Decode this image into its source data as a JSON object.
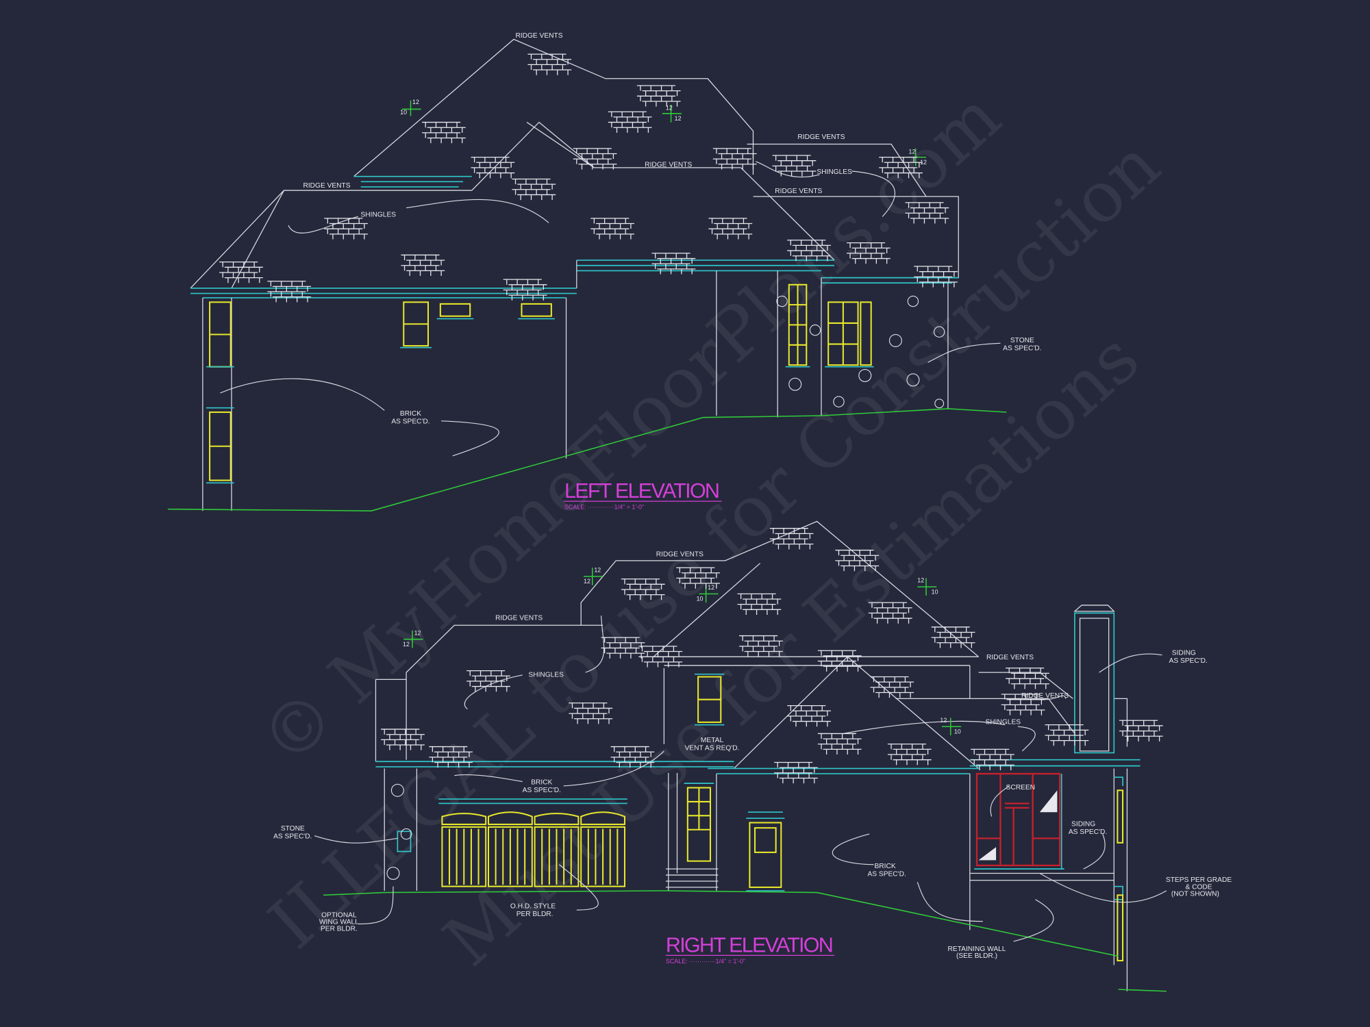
{
  "colors": {
    "background": "#25283a",
    "lines": "#d9dbe3",
    "trim": "#2fc6c9",
    "windows": "#e8e82c",
    "grade": "#2fcc3a",
    "title": "#d43fd8",
    "screen": "#c8202c"
  },
  "watermark": [
    "© MyHomeFloorPlans.com",
    "ILLEGAL to use for Construction",
    "Must Use for Estimations"
  ],
  "left_elevation": {
    "title": "LEFT ELEVATION",
    "scale": "SCALE: ·············1/4\" = 1'-0\"",
    "ridge_vents": [
      "RIDGE VENTS",
      "RIDGE VENTS",
      "RIDGE VENTS",
      "RIDGE VENTS",
      "RIDGE VENTS"
    ],
    "shingles": [
      "SHINGLES",
      "SHINGLES"
    ],
    "pitches": [
      {
        "rise": "10",
        "run": "12"
      },
      {
        "rise": "12",
        "run": "12"
      },
      {
        "rise": "12",
        "run": "12"
      }
    ],
    "brick": [
      "BRICK",
      "AS SPEC'D."
    ],
    "stone": [
      "STONE",
      "AS SPEC'D."
    ]
  },
  "right_elevation": {
    "title": "RIGHT ELEVATION",
    "scale": "SCALE: ·············1/4\" = 1'-0\"",
    "ridge_vents": [
      "RIDGE VENTS",
      "RIDGE VENTS",
      "RIDGE VENTS",
      "RIDGE VENTS"
    ],
    "shingles": [
      "SHINGLES",
      "SHINGLES"
    ],
    "pitches": [
      {
        "rise": "12",
        "run": "12"
      },
      {
        "rise": "12",
        "run": "12"
      },
      {
        "rise": "10",
        "run": "12"
      },
      {
        "rise": "10",
        "run": "12"
      },
      {
        "rise": "10",
        "run": "12"
      }
    ],
    "metal_vent": [
      "METAL",
      "VENT AS REQ'D."
    ],
    "brick_1": [
      "BRICK",
      "AS SPEC'D."
    ],
    "brick_2": [
      "BRICK",
      "AS SPEC'D."
    ],
    "stone": [
      "STONE",
      "AS SPEC'D."
    ],
    "screen": "SCREEN",
    "siding_1": [
      "SIDING",
      "AS SPEC'D."
    ],
    "siding_2": [
      "SIDING",
      "AS SPEC'D."
    ],
    "wing_wall": [
      "OPTIONAL",
      "WING WALL",
      "PER BLDR."
    ],
    "ohd": [
      "O.H.D. STYLE",
      "PER BLDR."
    ],
    "steps": [
      "STEPS PER GRADE",
      "& CODE",
      "(NOT SHOWN)"
    ],
    "retaining": [
      "RETAINING WALL",
      "(SEE BLDR.)"
    ]
  }
}
